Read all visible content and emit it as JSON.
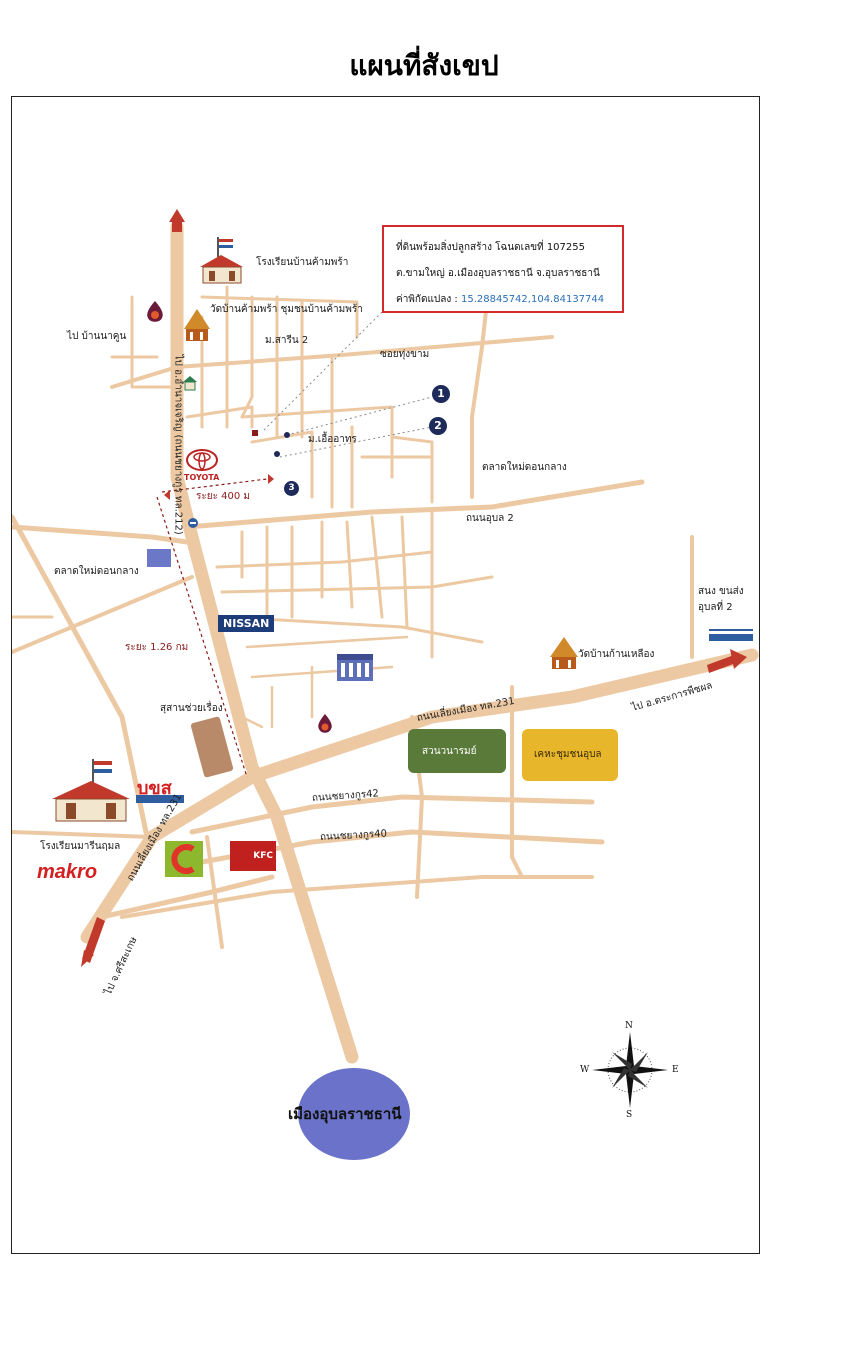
{
  "title": "แผนที่สังเขป",
  "info_box": {
    "line1": "ที่ดินพร้อมสิ่งปลูกสร้าง โฉนดเลขที่ 107255",
    "line2": "ต.ขามใหญ่ อ.เมืองอุบลราชธานี จ.อุบลราชธานี",
    "line3_label": "ค่าพิกัดแปลง : ",
    "line3_coord": "15.28845742,104.84137744"
  },
  "labels": {
    "school_top": "โรงเรียนบ้านค้ามพร้า",
    "temple_top": "วัดบ้านค้ามพร้า ชุมชนบ้านค้ามพร้า",
    "village_m_sarin": "ม.สารีน 2",
    "to_ban_na_koon": "ไป บ้านนาคูน",
    "soi_thung_kham": "ซอยทุ่งขาม",
    "m_uea_athorn": "ม.เอื้ออาทร",
    "market_north": "ตลาดใหม่ดอนกลาง",
    "distance_400": "ระยะ 400 ม",
    "road_ubon2": "ถนนอุบล 2",
    "market_west": "ตลาดใหม่ดอนกลาง",
    "distance_126": "ระยะ 1.26 กม",
    "nursery": "สนง ขนส่ง อุบลที่ 2",
    "temple_east": "วัดบ้านก้านเหลือง",
    "cemetery": "สุสานช่วยเรื่อง",
    "road_231": "ถนนเลี่ยงเมือง ทล.231",
    "to_trakan": "ไป อ.ตระการพืชผล",
    "park": "สวนวนารมย์",
    "community": "เคหะชุมชนอุบล",
    "road_42": "ถนนชยางกูร42",
    "road_40": "ถนนชยางกูร40",
    "school_west": "โรงเรียนมารีนฤมล",
    "road_231_sw": "ถนนเลี่ยงเมือง ทล.231",
    "to_srisaket": "ไป จ.ศรีสะเกษ",
    "road_212": "ไป อ.อำนาจเจริญ (ถนนชยางกูร ทล.212)",
    "city": "เมืองอุบลราชธานี"
  },
  "logos": {
    "toyota": "TOYOTA",
    "nissan": "NISSAN",
    "makro": "makro",
    "bks": "บขส",
    "kfc": "KFC"
  },
  "markers": [
    "1",
    "2",
    "3"
  ],
  "compass": {
    "n": "N",
    "s": "S",
    "e": "E",
    "w": "W"
  },
  "colors": {
    "road": "#ecc9a2",
    "frame_accent": "#d42a2a",
    "city": "#6b72c9",
    "park": "#5a7a3a",
    "community": "#e8b62a",
    "cemetery": "#b98a6a",
    "badge": "#1d2a5a",
    "arrow_red": "#c0392b"
  }
}
